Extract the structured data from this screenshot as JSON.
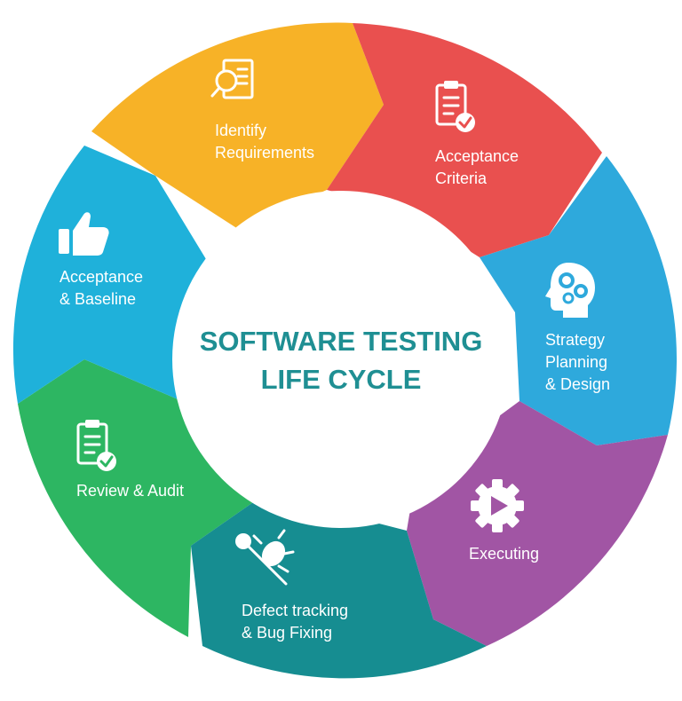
{
  "diagram": {
    "center": {
      "line1": "SOFTWARE TESTING",
      "line2": "LIFE CYCLE",
      "color": "#1f8f93"
    },
    "segments": [
      {
        "id": "identify",
        "lines": [
          "Identify",
          "Requirements"
        ],
        "color": "#f7b227",
        "icon": "document-search-icon"
      },
      {
        "id": "acceptance-criteria",
        "lines": [
          "Acceptance",
          "Criteria"
        ],
        "color": "#e9504f",
        "icon": "clipboard-check-icon"
      },
      {
        "id": "strategy",
        "lines": [
          "Strategy",
          "Planning",
          "& Design"
        ],
        "color": "#2ea9dc",
        "icon": "head-gears-icon"
      },
      {
        "id": "executing",
        "lines": [
          "Executing"
        ],
        "color": "#a155a4",
        "icon": "gear-play-icon"
      },
      {
        "id": "defect",
        "lines": [
          "Defect tracking",
          "& Bug Fixing"
        ],
        "color": "#168d91",
        "icon": "wrench-bug-icon"
      },
      {
        "id": "review",
        "lines": [
          "Review & Audit"
        ],
        "color": "#2db662",
        "icon": "clipboard-check-icon"
      },
      {
        "id": "baseline",
        "lines": [
          "Acceptance",
          "& Baseline"
        ],
        "color": "#1fb1da",
        "icon": "thumbs-up-icon"
      }
    ]
  }
}
